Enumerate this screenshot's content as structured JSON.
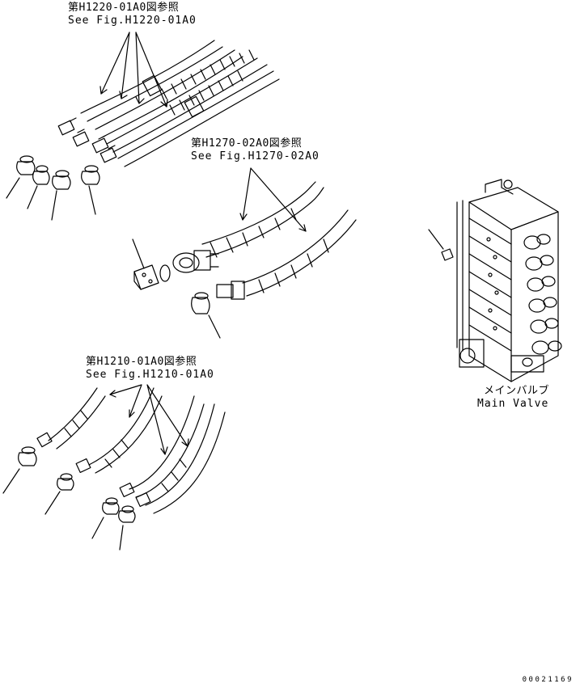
{
  "refs": [
    {
      "jp": "第H1220-01A0図参照",
      "en": "See Fig.H1220-01A0"
    },
    {
      "jp": "第H1270-02A0図参照",
      "en": "See Fig.H1270-02A0"
    },
    {
      "jp": "第H1210-01A0図参照",
      "en": "See Fig.H1210-01A0"
    }
  ],
  "main_valve": {
    "jp": "メインバルブ",
    "en": "Main Valve"
  },
  "drawing_code": "00021169"
}
